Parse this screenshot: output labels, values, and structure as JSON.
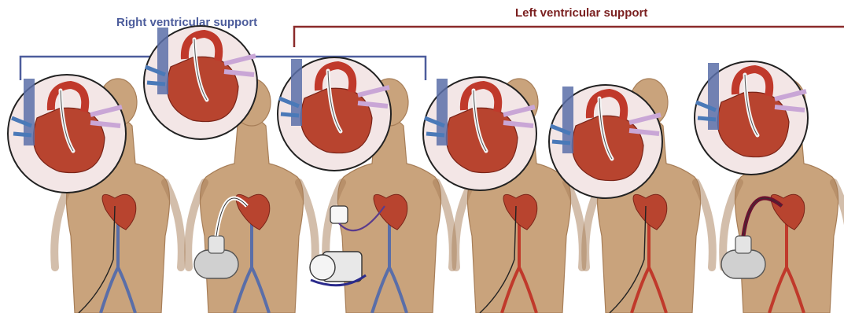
{
  "labels": {
    "right_ventricular": "Right ventricular support",
    "left_ventricular": "Left ventricular support"
  },
  "colors": {
    "right_bracket": "#4d5d9c",
    "left_bracket": "#8b2b2b",
    "right_label": "#4d5d9c",
    "left_label": "#7a1f1f",
    "skin": "#c9a37c",
    "skin_shadow": "#a77e58",
    "artery": "#c0392b",
    "vein": "#5a6ea8",
    "heart": "#b8442f",
    "circle_stroke": "#222222"
  },
  "panels": [
    {
      "id": "rv-1",
      "group": "right",
      "device": "percutaneous RV catheter"
    },
    {
      "id": "rv-2",
      "group": "right",
      "device": "external centrifugal pump"
    },
    {
      "id": "rv-3",
      "group": "right",
      "device": "extracorporeal circuit with motor"
    },
    {
      "id": "lv-1",
      "group": "left",
      "device": "transaortic catheter"
    },
    {
      "id": "lv-2",
      "group": "left",
      "device": "transaortic pump catheter"
    },
    {
      "id": "lv-3",
      "group": "left",
      "device": "external pump with cannulae"
    }
  ]
}
